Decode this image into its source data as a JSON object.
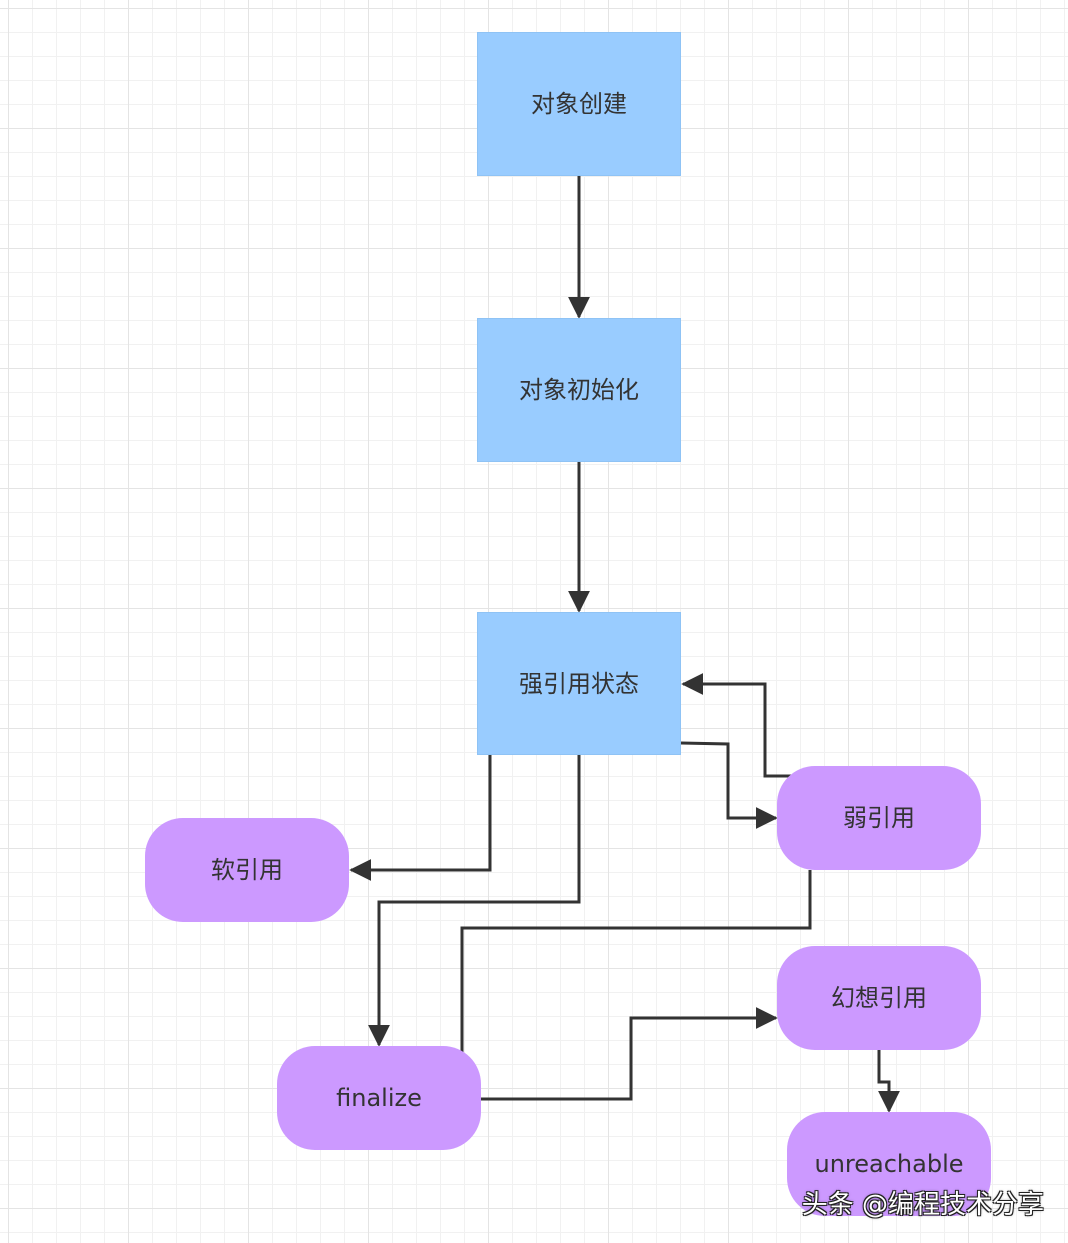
{
  "nodes": {
    "create": "对象创建",
    "init": "对象初始化",
    "strong": "强引用状态",
    "soft": "软引用",
    "weak": "弱引用",
    "phantom": "幻想引用",
    "finalize": "finalize",
    "unreachable": "unreachable"
  },
  "watermark": "头条 @编程技术分享",
  "colors": {
    "rect_fill": "#99ccff",
    "pill_fill": "#cc99ff",
    "edge": "#333333",
    "text": "#333333"
  }
}
